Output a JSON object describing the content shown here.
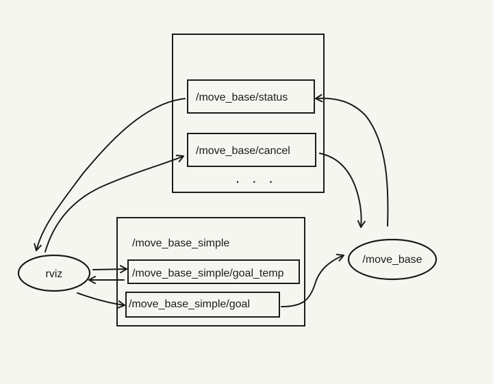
{
  "groups": {
    "move_base_group": {
      "topics": {
        "status": "/move_base/status",
        "cancel": "/move_base/cancel"
      },
      "more": ". . ."
    },
    "move_base_simple_group": {
      "title": "/move_base_simple",
      "topics": {
        "goal_temp": "/move_base_simple/goal_temp",
        "goal": "/move_base_simple/goal"
      }
    }
  },
  "nodes": {
    "rviz": "rviz",
    "move_base": "/move_base"
  },
  "colors": {
    "background": "#f6f6f1",
    "ink": "#1a1a1a"
  }
}
